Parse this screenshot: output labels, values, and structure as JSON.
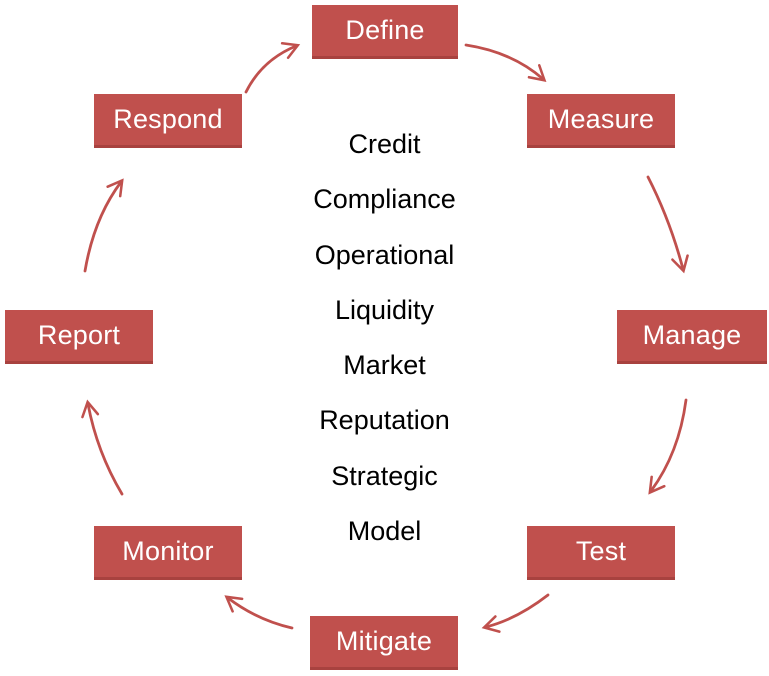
{
  "cycle": {
    "nodes": [
      {
        "id": "define",
        "label": "Define"
      },
      {
        "id": "measure",
        "label": "Measure"
      },
      {
        "id": "manage",
        "label": "Manage"
      },
      {
        "id": "test",
        "label": "Test"
      },
      {
        "id": "mitigate",
        "label": "Mitigate"
      },
      {
        "id": "monitor",
        "label": "Monitor"
      },
      {
        "id": "report",
        "label": "Report"
      },
      {
        "id": "respond",
        "label": "Respond"
      }
    ],
    "flow_order": [
      "Define",
      "Measure",
      "Manage",
      "Test",
      "Mitigate",
      "Monitor",
      "Report",
      "Respond",
      "Define"
    ]
  },
  "center_list": {
    "items": [
      "Credit",
      "Compliance",
      "Operational",
      "Liquidity",
      "Market",
      "Reputation",
      "Strategic",
      "Model"
    ]
  },
  "colors": {
    "node_fill": "#C0504D",
    "node_edge": "#A8423F",
    "node_text": "#FFFFFF",
    "arrow": "#C0504D",
    "center_text": "#000000",
    "background": "#FFFFFF"
  }
}
